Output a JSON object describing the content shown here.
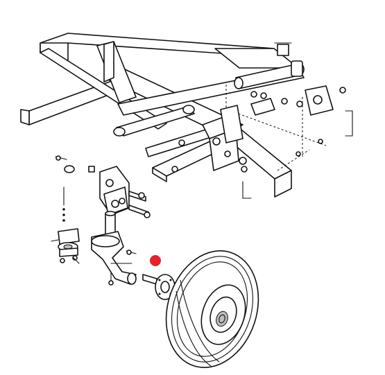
{
  "diagram": {
    "kind": "exploded-parts-view",
    "subject_icon": "farm-implement-frame-with-caster-wheel",
    "highlight": {
      "shape": "circle",
      "color": "#e8202a",
      "target": "caster-wheel-spindle-arm"
    },
    "colors": {
      "line": "#111111",
      "background": "#ffffff",
      "shade": "#bdbdbd"
    }
  }
}
